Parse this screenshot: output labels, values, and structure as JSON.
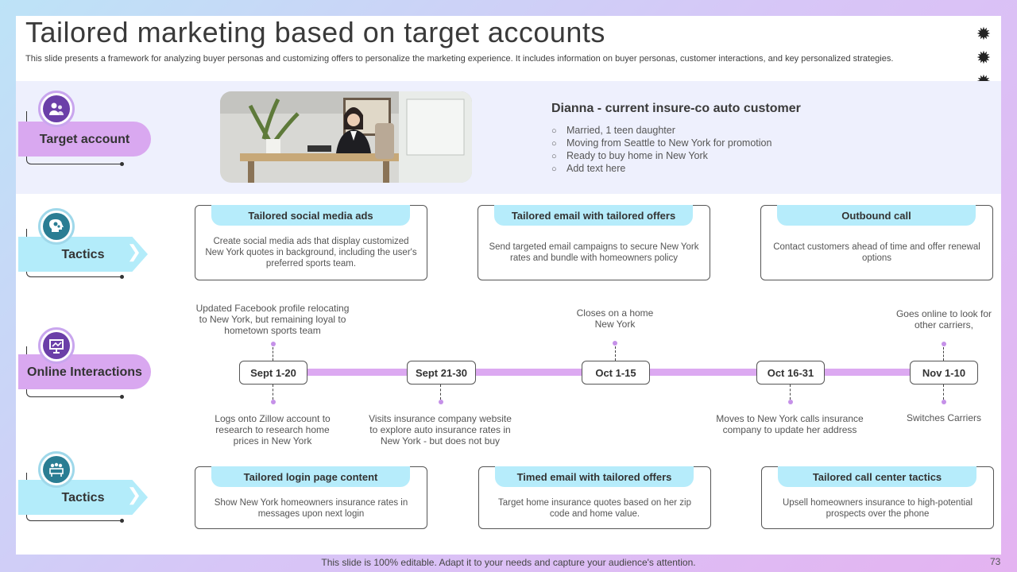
{
  "slide": {
    "title": "Tailored marketing based on target accounts",
    "subtitle": "This slide presents a framework for analyzing buyer personas and customizing offers to personalize the marketing experience. It includes information on buyer personas, customer interactions, and key personalized strategies.",
    "footer": "This slide is 100% editable. Adapt it to your needs and capture your audience's attention.",
    "page_number": "73"
  },
  "rows": {
    "target_account": "Target account",
    "tactics_top": "Tactics",
    "online_interactions": "Online Interactions",
    "tactics_bottom": "Tactics"
  },
  "persona": {
    "name": "Dianna - current insure-co auto customer",
    "details": [
      "Married,  1 teen daughter",
      "Moving  from  Seattle to New  York for promotion",
      "Ready to buy home in New  York",
      "Add text here"
    ],
    "image_alt": "woman at desk"
  },
  "tactics_top": [
    {
      "title": "Tailored social media ads",
      "body": "Create social media ads that display customized New York quotes in background, including the user's preferred sports team."
    },
    {
      "title": "Tailored email with tailored offers",
      "body": "Send targeted email campaigns to secure New York rates and bundle with homeowners policy"
    },
    {
      "title": "Outbound  call",
      "body": "Contact customers ahead of time and offer renewal options"
    }
  ],
  "timeline": {
    "dates": [
      "Sept 1-20",
      "Sept 21-30",
      "Oct 1-15",
      "Oct 16-31",
      "Nov 1-10"
    ],
    "events_above": {
      "sept_1_20": "Updated Facebook profile relocating to New York, but remaining loyal to hometown sports team",
      "oct_1_15": "Closes on a home New York",
      "nov_1_10": "Goes online to look for other carriers,"
    },
    "events_below": {
      "sept_1_20": "Logs onto Zillow account to research to research home prices in New York",
      "sept_21_30": "Visits insurance company website to explore auto insurance rates in New York -  but does not buy",
      "oct_16_31": "Moves to New York calls insurance company  to update her address",
      "nov_1_10": "Switches Carriers"
    }
  },
  "tactics_bottom": [
    {
      "title": "Tailored login page content",
      "body": "Show New York homeowners insurance rates in messages upon next login"
    },
    {
      "title": "Timed email with tailored offers",
      "body": "Target home insurance quotes based on her zip code and home value."
    },
    {
      "title": "Tailored call center tactics",
      "body": "Upsell homeowners insurance to high-potential prospects over the phone"
    }
  ],
  "icons": {
    "target_account": "user-group-icon",
    "tactics_top": "head-gears-icon",
    "online_interactions": "presentation-board-icon",
    "tactics_bottom": "team-meeting-icon",
    "sparkle": "sparkle-icon",
    "bullet": "circle-bullet-icon"
  },
  "colors": {
    "purple_accent": "#d9a8f0",
    "blue_accent": "#b3ecfa",
    "band": "#eef0fd",
    "timeline": "#dca9f1"
  }
}
